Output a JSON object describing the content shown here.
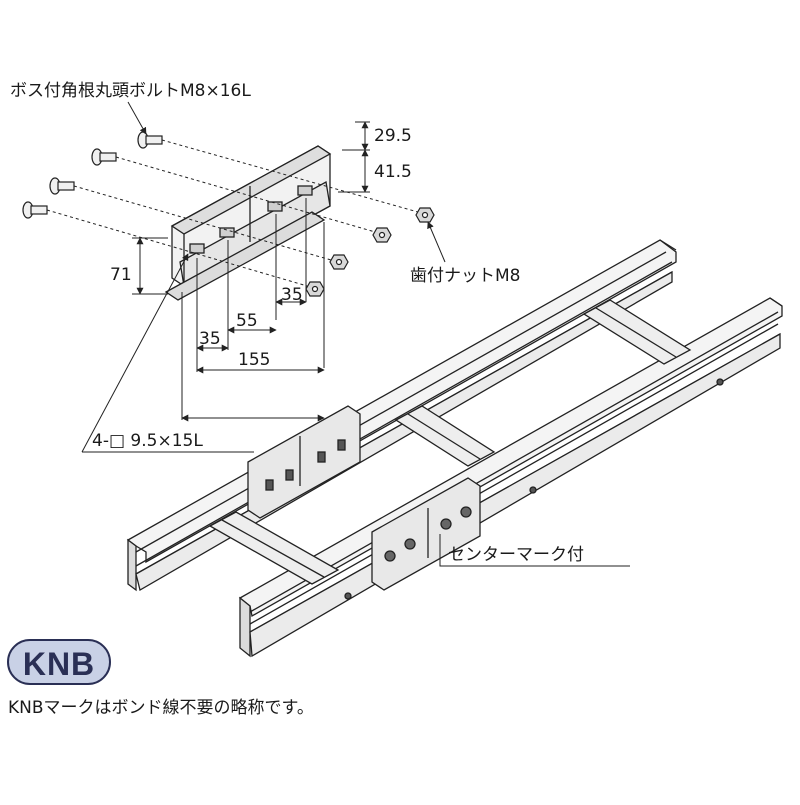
{
  "labels": {
    "bolt": "ボス付角根丸頭ボルトM8×16L",
    "nut": "歯付ナットM8",
    "slot": "4-□ 9.5×15L",
    "center_mark": "センターマーク付"
  },
  "dimensions": {
    "d29_5": "29.5",
    "d41_5": "41.5",
    "d71": "71",
    "d35a": "35",
    "d55": "55",
    "d35b": "35",
    "d155": "155"
  },
  "badge": {
    "text": "KNB",
    "fill": "#c9d1e6",
    "stroke": "#2a2f55"
  },
  "caption": "KNBマークはボンド線不要の略称です。",
  "colors": {
    "line": "#222222",
    "face": "#f4f4f4",
    "shade": "#d6d6d6"
  }
}
